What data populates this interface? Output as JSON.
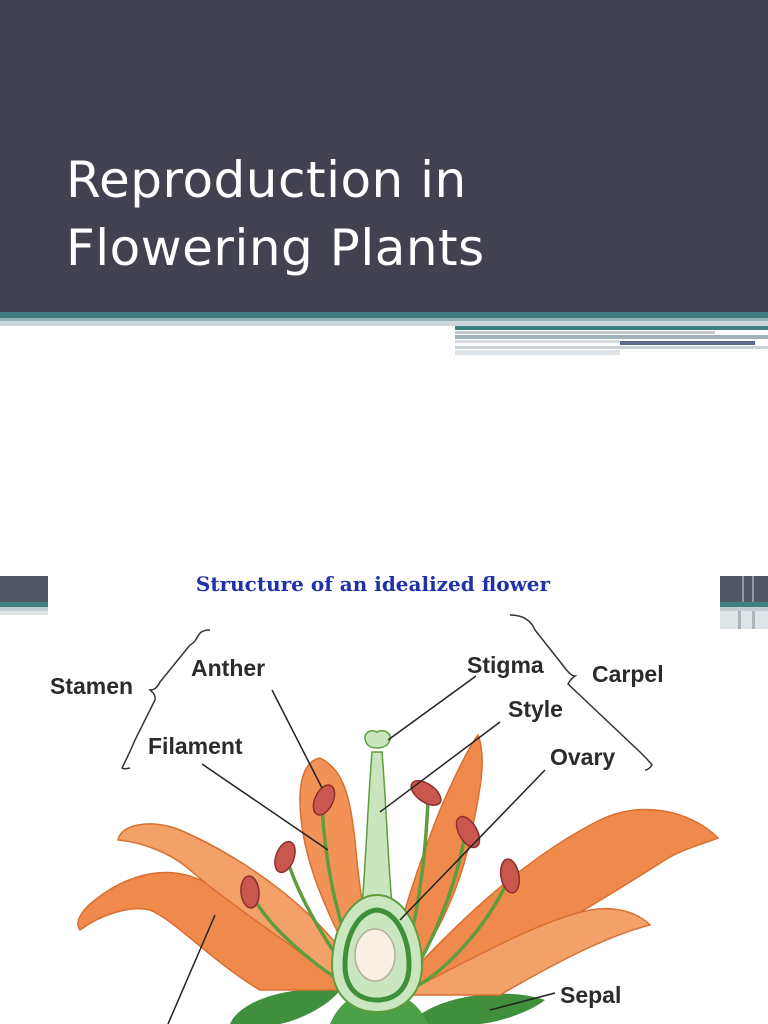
{
  "slide": {
    "title_line1": "Reproduction in",
    "title_line2": "Flowering Plants"
  },
  "diagram": {
    "title": "Structure of an idealized flower",
    "labels": {
      "stamen": "Stamen",
      "anther": "Anther",
      "filament": "Filament",
      "stigma": "Stigma",
      "style": "Style",
      "carpel": "Carpel",
      "ovary": "Ovary",
      "sepal": "Sepal"
    }
  },
  "colors": {
    "header_bg": "#41414f",
    "accent_teal": "#3f7f7d",
    "title_text": "#ffffff",
    "diagram_title": "#1f32a8",
    "petal": "#f08a4c",
    "pistil": "#c9e6bf",
    "anther": "#c9564f",
    "leaf": "#3f8f3c"
  }
}
